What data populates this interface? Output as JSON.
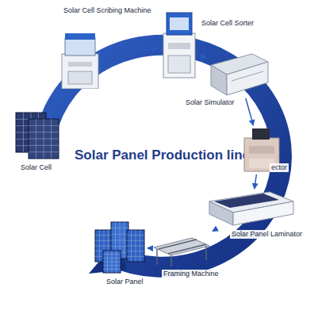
{
  "diagram": {
    "title": "Solar Panel Production line",
    "nodes": [
      {
        "text": [
          "Solar Cell"
        ]
      },
      {
        "text": [
          "Solar Cell Scribing Machine"
        ]
      },
      {
        "text": [
          "Solar Cell Sorter"
        ]
      },
      {
        "text": [
          "Solar Simulator"
        ]
      },
      {
        "text": [
          "ector"
        ]
      },
      {
        "text": [
          "Solar Panel Laminator"
        ]
      },
      {
        "text": [
          "Framing Machine"
        ]
      },
      {
        "text": [
          "Solar Panel"
        ]
      }
    ],
    "edges": [
      {
        "from": 0,
        "to": 1,
        "arrow": "to"
      },
      {
        "from": 1,
        "to": 2,
        "arrow": "to"
      },
      {
        "from": 2,
        "to": 3,
        "arrow": "to"
      },
      {
        "from": 3,
        "to": 4,
        "arrow": "to"
      },
      {
        "from": 4,
        "to": 5,
        "arrow": "to"
      },
      {
        "from": 5,
        "to": 6,
        "arrow": "to"
      },
      {
        "from": 6,
        "to": 7,
        "arrow": "to"
      }
    ]
  }
}
